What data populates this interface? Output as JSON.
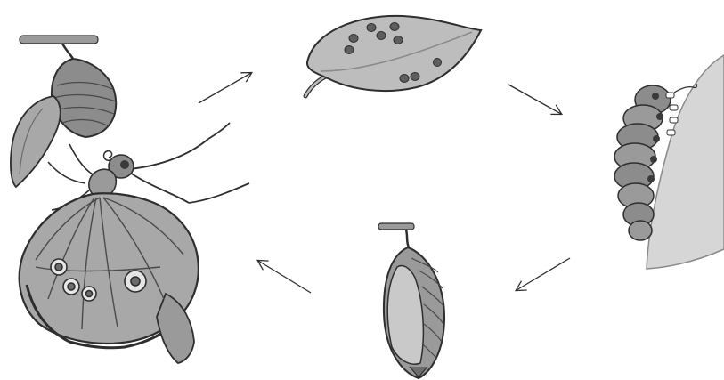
{
  "diagram": {
    "type": "life-cycle",
    "stages": [
      {
        "id": "eggs",
        "icon": "eggs-on-leaf-icon"
      },
      {
        "id": "caterpillar",
        "icon": "caterpillar-icon"
      },
      {
        "id": "pupa",
        "icon": "chrysalis-icon"
      },
      {
        "id": "adult",
        "icon": "emerging-butterfly-icon"
      }
    ],
    "arrows": [
      {
        "from": "adult",
        "to": "eggs"
      },
      {
        "from": "eggs",
        "to": "caterpillar"
      },
      {
        "from": "caterpillar",
        "to": "pupa"
      },
      {
        "from": "pupa",
        "to": "adult"
      }
    ],
    "colors": {
      "outline": "#2e2e2e",
      "fill_light": "#c9c9c9",
      "fill_mid": "#9a9a9a",
      "fill_dark": "#6c6c6c",
      "leaf": "#bdbdbd",
      "background": "#ffffff"
    }
  }
}
